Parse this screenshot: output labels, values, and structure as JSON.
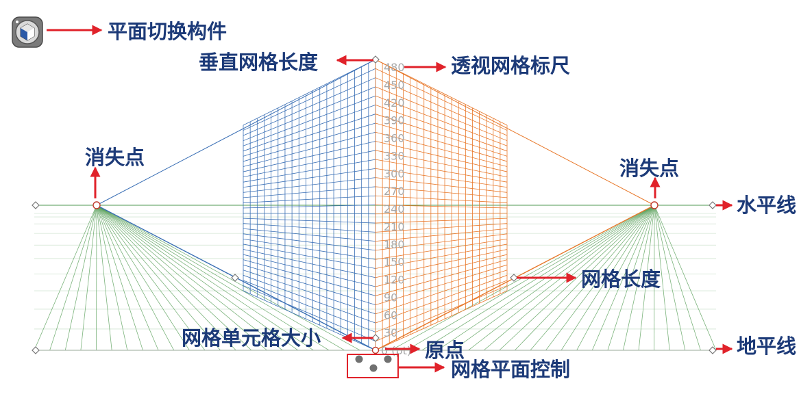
{
  "labels": {
    "plane_switch": "平面切换构件",
    "vertical_grid_extent": "垂直网格长度",
    "perspective_ruler": "透视网格标尺",
    "vanishing_point_left": "消失点",
    "vanishing_point_right": "消失点",
    "horizon_line": "水平线",
    "grid_extent": "网格长度",
    "grid_cell_size": "网格单元格大小",
    "origin": "原点",
    "ground_level": "地平线",
    "grid_plane_control": "网格平面控制"
  },
  "ruler": {
    "ticks": [
      "480",
      "450",
      "420",
      "390",
      "360",
      "330",
      "300",
      "270",
      "240",
      "210",
      "180",
      "150",
      "120",
      "90",
      "60",
      "30"
    ],
    "zero_label": "0 (pt)"
  },
  "colors": {
    "label": "#1c3a78",
    "arrow": "#e0222a",
    "left_grid": "#3a6fb5",
    "right_grid": "#e8782a",
    "ground_grid": "#4f9a50",
    "ruler_text": "#a8a8a8"
  },
  "icons": {
    "plane_switch_widget": "cube-icon"
  }
}
